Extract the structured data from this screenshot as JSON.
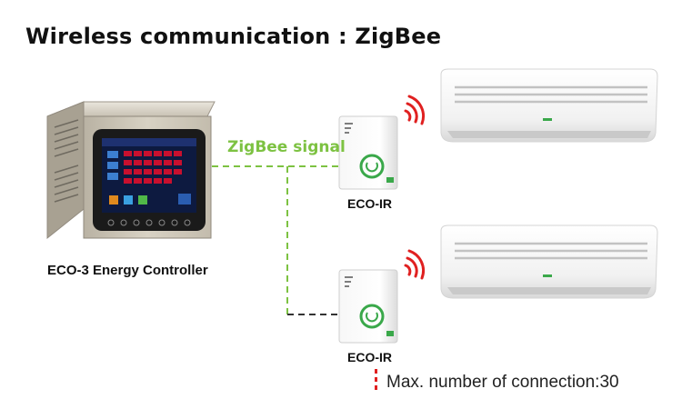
{
  "title": "Wireless communication : ZigBee",
  "controller": {
    "label": "ECO-3 Energy Controller"
  },
  "signal": {
    "label": "ZigBee signal",
    "color": "#7dc242"
  },
  "devices": [
    {
      "label": "ECO-IR"
    },
    {
      "label": "ECO-IR"
    }
  ],
  "note": {
    "text": "Max. number of connection:30",
    "marker_color": "#e02020"
  },
  "colors": {
    "signal_waves": "#e02020",
    "accent_green": "#3aa84a"
  }
}
